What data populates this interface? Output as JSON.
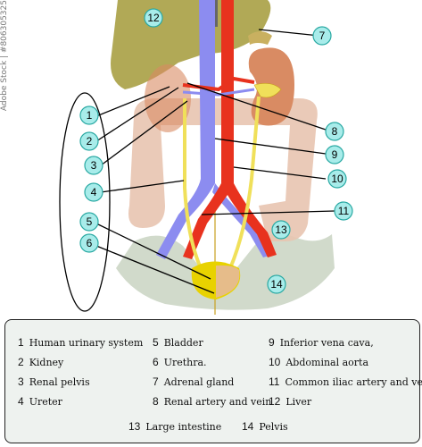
{
  "callouts": [
    {
      "num": "1"
    },
    {
      "num": "2"
    },
    {
      "num": "3"
    },
    {
      "num": "4"
    },
    {
      "num": "5"
    },
    {
      "num": "6"
    },
    {
      "num": "7"
    },
    {
      "num": "8"
    },
    {
      "num": "9"
    },
    {
      "num": "10"
    },
    {
      "num": "11"
    },
    {
      "num": "12"
    },
    {
      "num": "13"
    },
    {
      "num": "14"
    }
  ],
  "legend": [
    {
      "num": "1",
      "label": "Human urinary system"
    },
    {
      "num": "2",
      "label": "Kidney"
    },
    {
      "num": "3",
      "label": "Renal pelvis"
    },
    {
      "num": "4",
      "label": "Ureter"
    },
    {
      "num": "5",
      "label": "Bladder"
    },
    {
      "num": "6",
      "label": "Urethra."
    },
    {
      "num": "7",
      "label": "Adrenal gland"
    },
    {
      "num": "8",
      "label": "Renal artery and vein"
    },
    {
      "num": "9",
      "label": "Inferior vena cava,"
    },
    {
      "num": "10",
      "label": "Abdominal aorta"
    },
    {
      "num": "11",
      "label": "Common iliac artery and vein"
    },
    {
      "num": "12",
      "label": "Liver"
    },
    {
      "num": "13",
      "label": "Large intestine"
    },
    {
      "num": "14",
      "label": "Pelvis"
    }
  ],
  "watermark": "Adobe Stock | #806305325",
  "colors": {
    "liver": "#a9a044",
    "kidney": "#d98b63",
    "intestine": "#e8c4b0",
    "pelvis": "#c9d3c2",
    "vena_cava": "#8c8cf0",
    "aorta": "#e8321e",
    "ureter": "#f0e05a",
    "bladder": "#e8d200",
    "bubble": "#a8ecea"
  }
}
